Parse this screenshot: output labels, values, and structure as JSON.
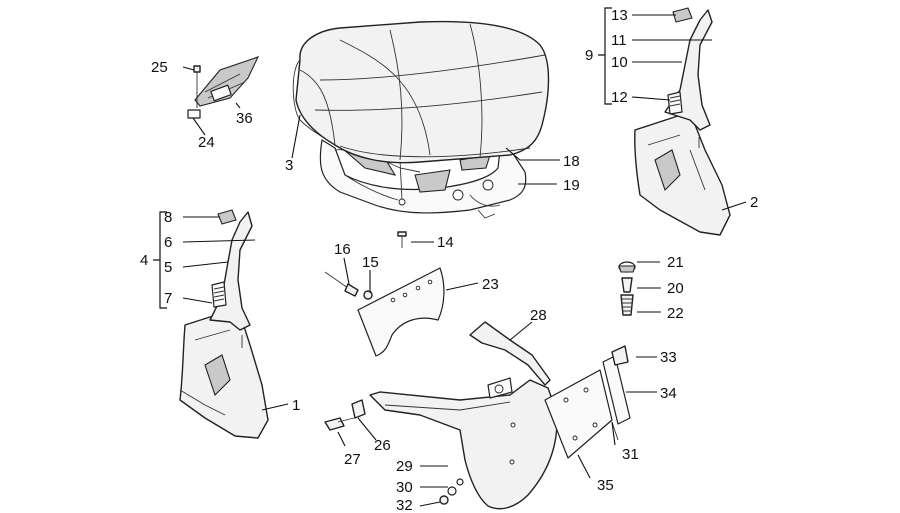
{
  "callouts": {
    "c1": "1",
    "c2": "2",
    "c3": "3",
    "c4": "4",
    "c5": "5",
    "c6": "6",
    "c7": "7",
    "c8": "8",
    "c9": "9",
    "c10": "10",
    "c11": "11",
    "c12": "12",
    "c13": "13",
    "c14": "14",
    "c15": "15",
    "c16": "16",
    "c18": "18",
    "c19": "19",
    "c20": "20",
    "c21": "21",
    "c22": "22",
    "c23": "23",
    "c24": "24",
    "c25": "25",
    "c26": "26",
    "c27": "27",
    "c28": "28",
    "c29": "29",
    "c30": "30",
    "c31": "31",
    "c32": "32",
    "c33": "33",
    "c34": "34",
    "c35": "35",
    "c36": "36"
  }
}
